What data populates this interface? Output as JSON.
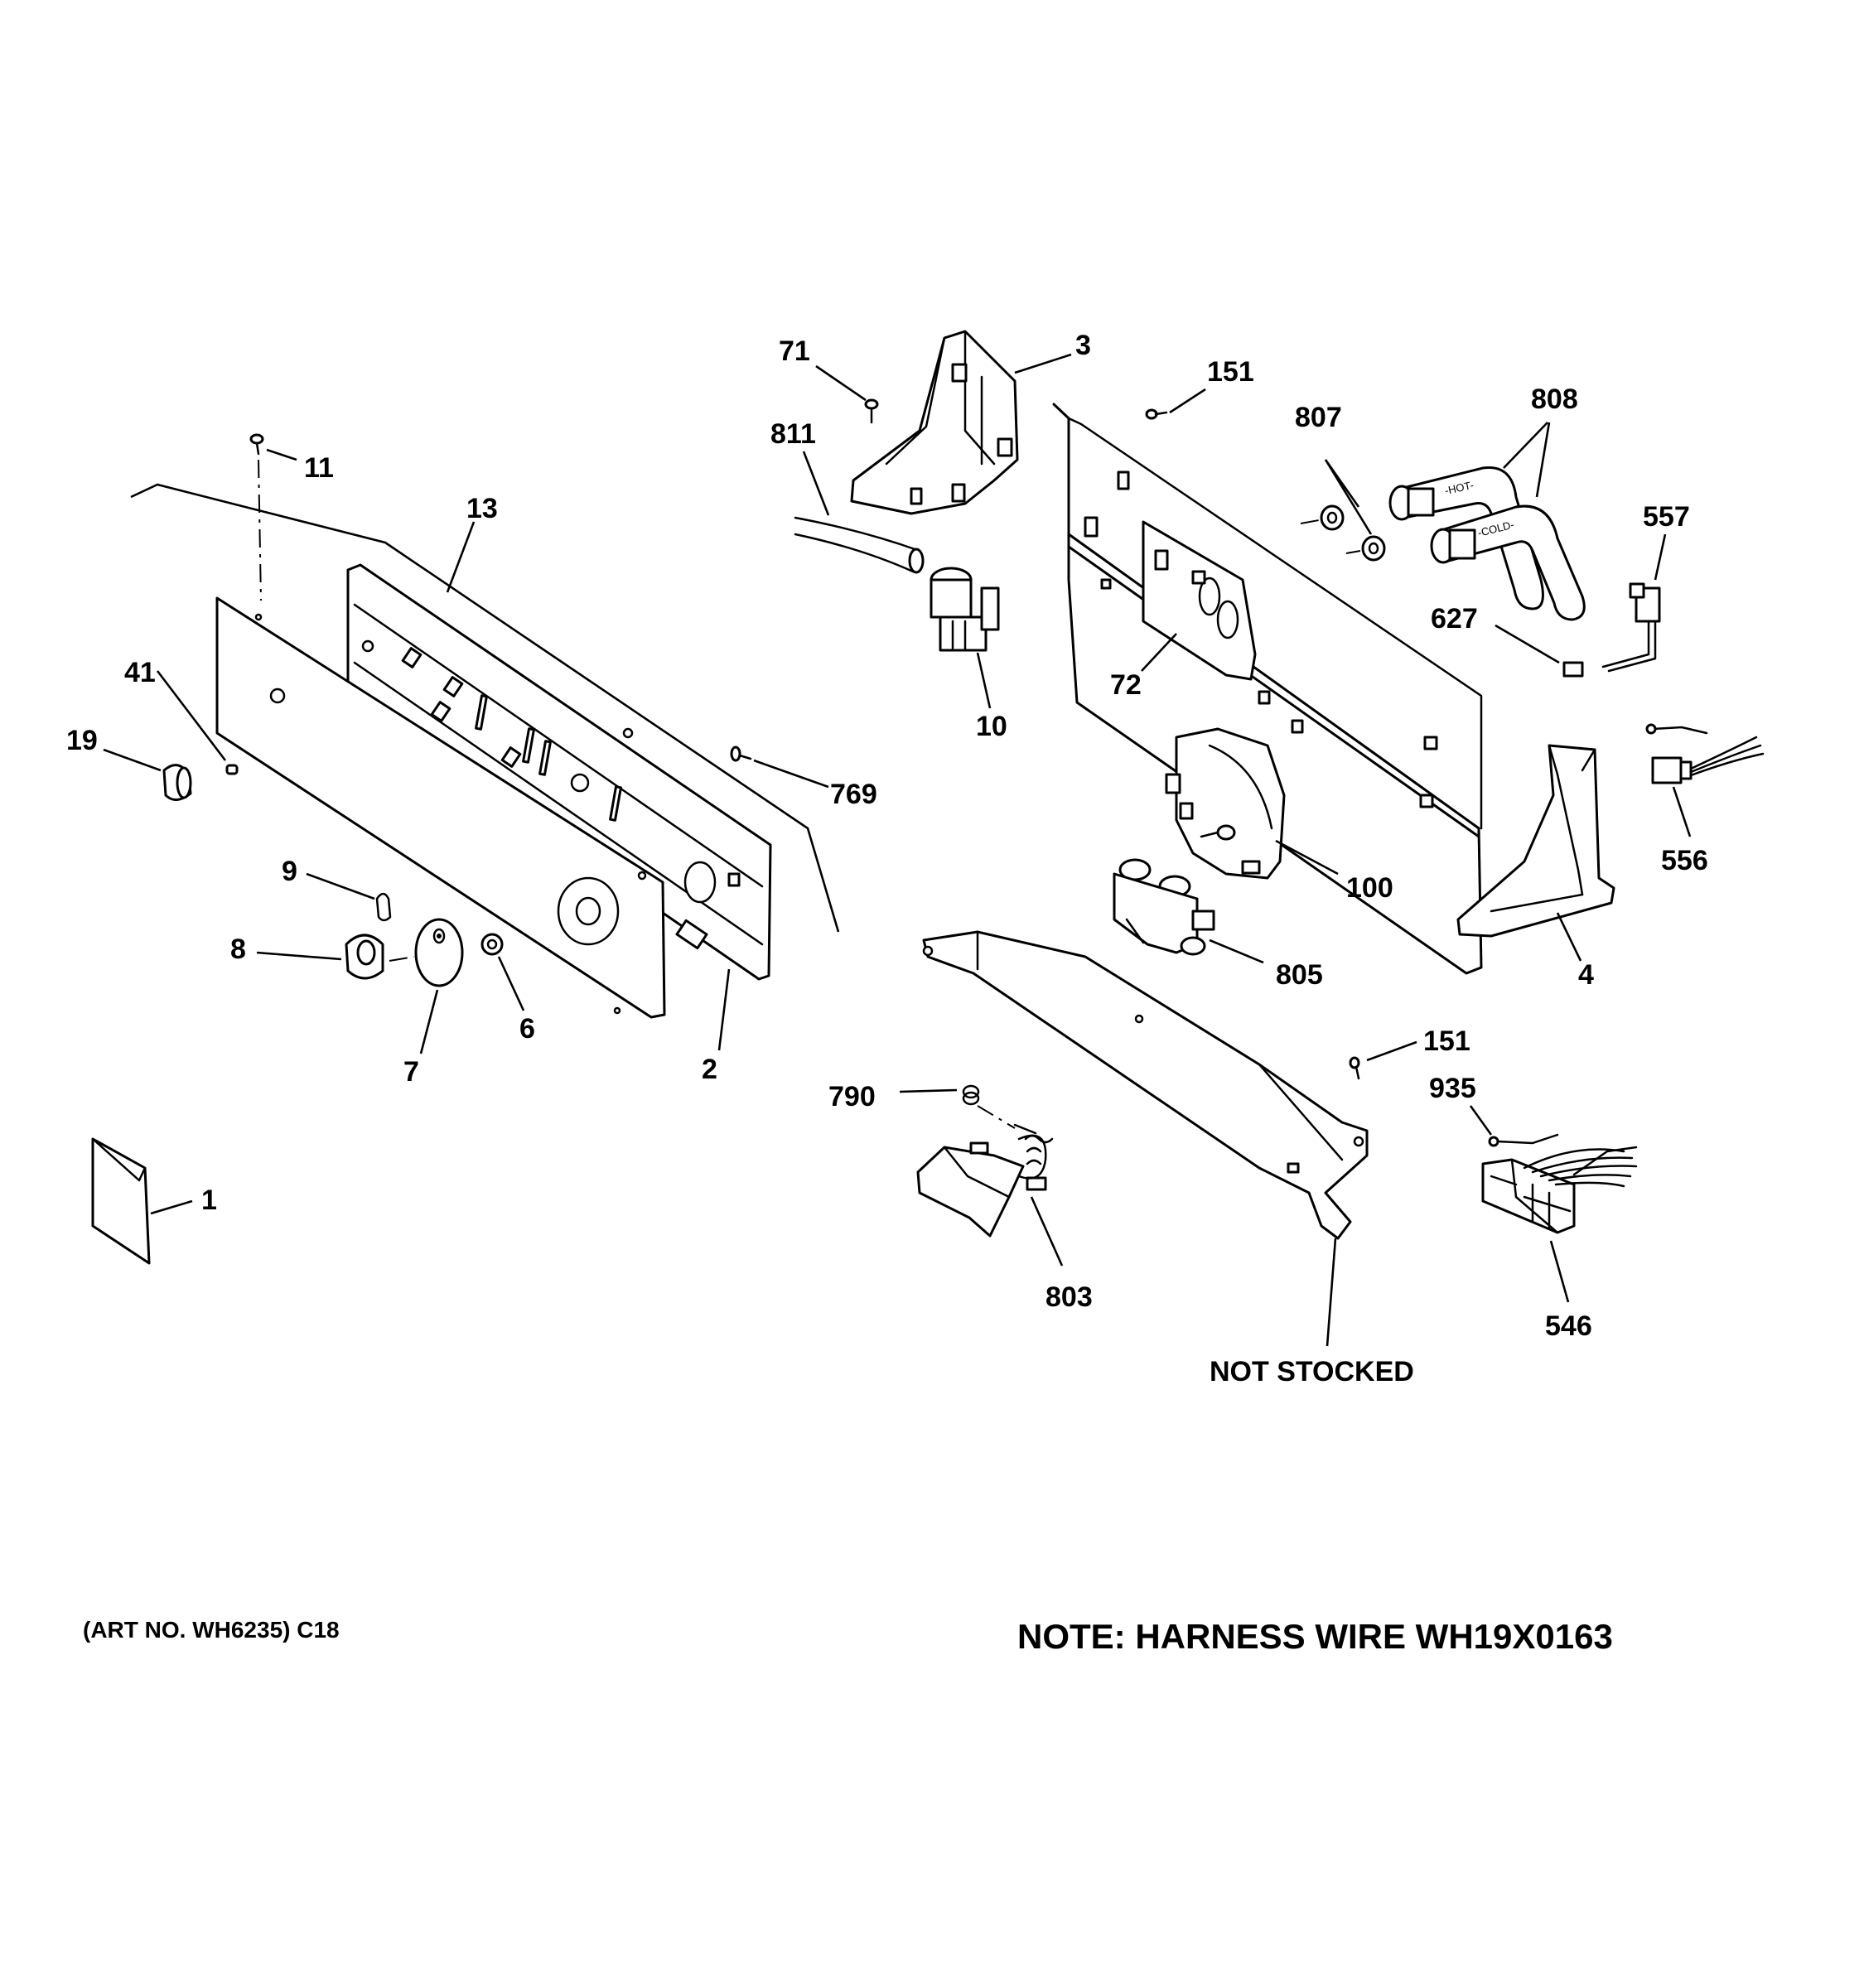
{
  "callouts": {
    "c1": "1",
    "c2": "2",
    "c3": "3",
    "c4": "4",
    "c6": "6",
    "c7": "7",
    "c8": "8",
    "c9": "9",
    "c10": "10",
    "c11": "11",
    "c13": "13",
    "c19": "19",
    "c41": "41",
    "c71": "71",
    "c72": "72",
    "c100": "100",
    "c151a": "151",
    "c151b": "151",
    "c546": "546",
    "c556": "556",
    "c557": "557",
    "c627": "627",
    "c769": "769",
    "c790": "790",
    "c803": "803",
    "c805": "805",
    "c807": "807",
    "c808": "808",
    "c811": "811",
    "c935": "935"
  },
  "not_stocked": "NOT STOCKED",
  "hose_labels": {
    "hot": "-HOT-",
    "cold": "-COLD-"
  },
  "footer": {
    "art_no": "(ART NO. WH6235) C18",
    "note": "NOTE: HARNESS WIRE WH19X0163"
  }
}
